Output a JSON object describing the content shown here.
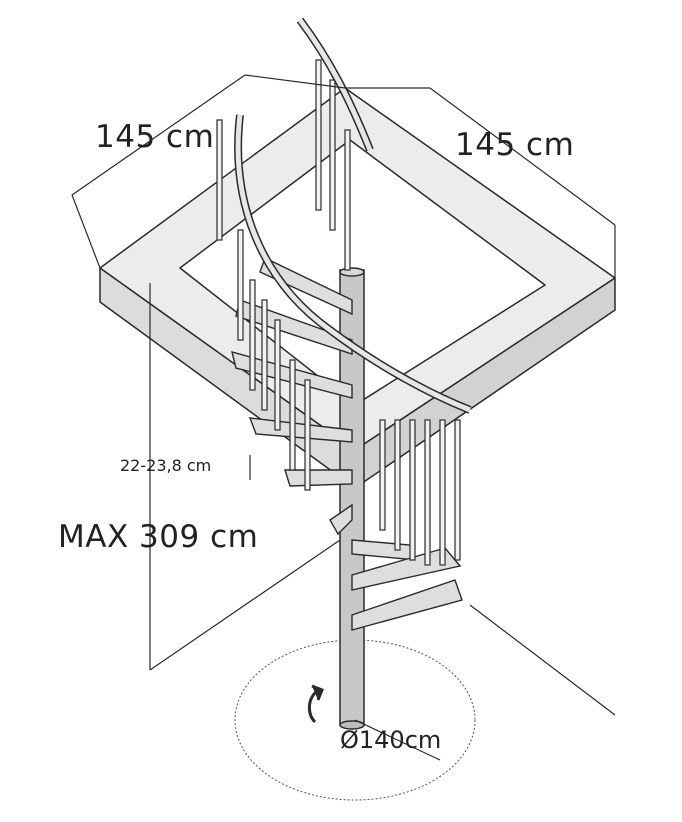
{
  "dimensions": {
    "width_left": "145 cm",
    "width_right": "145 cm",
    "step_rise": "22-23,8 cm",
    "max_height": "MAX 309 cm",
    "diameter": "Ø140cm"
  },
  "icons": {
    "rotation_arrow": "counterclockwise-arrow-icon"
  },
  "colors": {
    "stroke": "#2a2a2a",
    "slab_fill": "#e9e9e9",
    "step_fill": "#dedede",
    "column_fill": "#c8c8c8"
  }
}
